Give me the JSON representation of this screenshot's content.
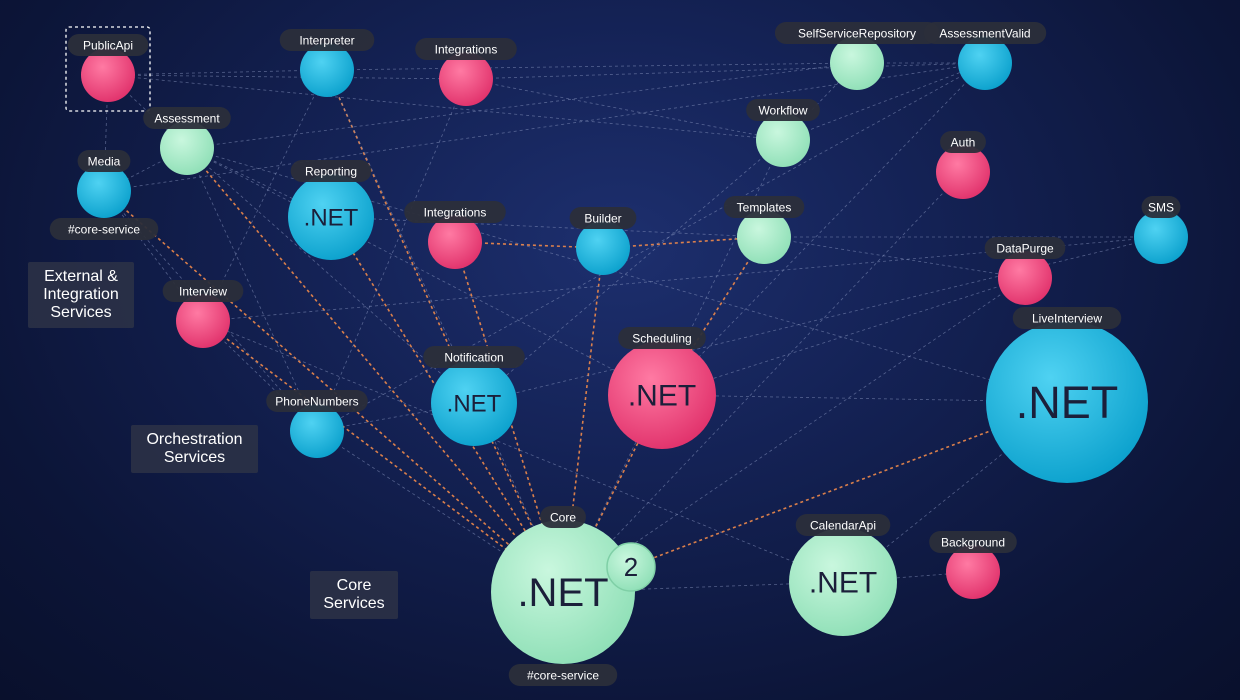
{
  "colors": {
    "pink": "#f0457a",
    "blue": "#1ab4dc",
    "green": "#a3ecc6",
    "edge_dashed": "#8a97c0",
    "edge_highlight": "#f08a4b",
    "pill_bg": "#2b2e3a",
    "text": "#ffffff",
    "net_text": "#1b1f3a"
  },
  "groups": [
    {
      "id": "external",
      "label": "External &\nIntegration\nServices"
    },
    {
      "id": "orchestration",
      "label": "Orchestration\nServices"
    },
    {
      "id": "core",
      "label": "Core\nServices"
    }
  ],
  "nodes": [
    {
      "id": "publicapi",
      "label": "PublicApi",
      "color": "pink",
      "selected": true
    },
    {
      "id": "interpreter",
      "label": "Interpreter",
      "color": "blue"
    },
    {
      "id": "integrations1",
      "label": "Integrations",
      "color": "pink"
    },
    {
      "id": "selfservice",
      "label": "SelfServiceRepository",
      "color": "green"
    },
    {
      "id": "assessmentvalid",
      "label": "AssessmentValid",
      "color": "blue"
    },
    {
      "id": "assessment",
      "label": "Assessment",
      "color": "green"
    },
    {
      "id": "workflow",
      "label": "Workflow",
      "color": "green"
    },
    {
      "id": "auth",
      "label": "Auth",
      "color": "pink"
    },
    {
      "id": "media",
      "label": "Media",
      "color": "blue",
      "tag": "#core-service"
    },
    {
      "id": "reporting",
      "label": "Reporting",
      "color": "blue",
      "net": ".NET"
    },
    {
      "id": "integrations2",
      "label": "Integrations",
      "color": "pink"
    },
    {
      "id": "builder",
      "label": "Builder",
      "color": "blue"
    },
    {
      "id": "templates",
      "label": "Templates",
      "color": "green"
    },
    {
      "id": "sms",
      "label": "SMS",
      "color": "blue"
    },
    {
      "id": "datapurge",
      "label": "DataPurge",
      "color": "pink"
    },
    {
      "id": "interview",
      "label": "Interview",
      "color": "pink"
    },
    {
      "id": "liveinterview",
      "label": "LiveInterview",
      "color": "blue",
      "net": ".NET"
    },
    {
      "id": "scheduling",
      "label": "Scheduling",
      "color": "pink",
      "net": ".NET"
    },
    {
      "id": "notification",
      "label": "Notification",
      "color": "blue",
      "net": ".NET"
    },
    {
      "id": "phonenumbers",
      "label": "PhoneNumbers",
      "color": "blue"
    },
    {
      "id": "core",
      "label": "Core",
      "color": "green",
      "net": ".NET",
      "badge": "2",
      "tag": "#core-service"
    },
    {
      "id": "calendarapi",
      "label": "CalendarApi",
      "color": "green",
      "net": ".NET"
    },
    {
      "id": "background",
      "label": "Background",
      "color": "pink"
    }
  ],
  "edges": [
    [
      "publicapi",
      "media",
      "dashed"
    ],
    [
      "publicapi",
      "interpreter",
      "dashed"
    ],
    [
      "publicapi",
      "assessment",
      "dashed"
    ],
    [
      "publicapi",
      "workflow",
      "dashed"
    ],
    [
      "publicapi",
      "integrations1",
      "dashed"
    ],
    [
      "interpreter",
      "selfservice",
      "dashed"
    ],
    [
      "interpreter",
      "interview",
      "dashed"
    ],
    [
      "interpreter",
      "notification",
      "highlight"
    ],
    [
      "integrations1",
      "workflow",
      "dashed"
    ],
    [
      "integrations1",
      "assessmentvalid",
      "dashed"
    ],
    [
      "assessment",
      "selfservice",
      "dashed"
    ],
    [
      "assessment",
      "media",
      "dashed"
    ],
    [
      "assessment",
      "core",
      "highlight"
    ],
    [
      "assessment",
      "reporting",
      "dashed"
    ],
    [
      "assessment",
      "notification",
      "dashed"
    ],
    [
      "assessment",
      "scheduling",
      "dashed"
    ],
    [
      "assessment",
      "phonenumbers",
      "dashed"
    ],
    [
      "assessment",
      "liveinterview",
      "dashed"
    ],
    [
      "media",
      "core",
      "highlight"
    ],
    [
      "media",
      "phonenumbers",
      "dashed"
    ],
    [
      "media",
      "interview",
      "dashed"
    ],
    [
      "reporting",
      "core",
      "highlight"
    ],
    [
      "reporting",
      "templates",
      "dashed"
    ],
    [
      "integrations2",
      "builder",
      "highlight"
    ],
    [
      "builder",
      "templates",
      "highlight"
    ],
    [
      "templates",
      "datapurge",
      "dashed"
    ],
    [
      "templates",
      "sms",
      "dashed"
    ],
    [
      "integrations2",
      "core",
      "highlight"
    ],
    [
      "builder",
      "core",
      "highlight"
    ],
    [
      "templates",
      "scheduling",
      "highlight"
    ],
    [
      "workflow",
      "selfservice",
      "dashed"
    ],
    [
      "workflow",
      "assessmentvalid",
      "dashed"
    ],
    [
      "workflow",
      "core",
      "dashed"
    ],
    [
      "workflow",
      "notification",
      "dashed"
    ],
    [
      "selfservice",
      "assessmentvalid",
      "dashed"
    ],
    [
      "assessmentvalid",
      "phonenumbers",
      "dashed"
    ],
    [
      "assessmentvalid",
      "scheduling",
      "dashed"
    ],
    [
      "auth",
      "core",
      "dashed"
    ],
    [
      "sms",
      "interview",
      "dashed"
    ],
    [
      "sms",
      "notification",
      "dashed"
    ],
    [
      "datapurge",
      "core",
      "dashed"
    ],
    [
      "datapurge",
      "scheduling",
      "dashed"
    ],
    [
      "interview",
      "core",
      "highlight"
    ],
    [
      "interview",
      "phonenumbers",
      "dashed"
    ],
    [
      "interview",
      "calendarapi",
      "dashed"
    ],
    [
      "phonenumbers",
      "notification",
      "dashed"
    ],
    [
      "phonenumbers",
      "core",
      "dashed"
    ],
    [
      "notification",
      "core",
      "highlight"
    ],
    [
      "scheduling",
      "core",
      "highlight"
    ],
    [
      "scheduling",
      "liveinterview",
      "dashed"
    ],
    [
      "liveinterview",
      "core",
      "highlight"
    ],
    [
      "liveinterview",
      "calendarapi",
      "dashed"
    ],
    [
      "calendarapi",
      "background",
      "dashed"
    ],
    [
      "calendarapi",
      "core",
      "dashed"
    ],
    [
      "integrations1",
      "phonenumbers",
      "dashed"
    ],
    [
      "media",
      "assessmentvalid",
      "dashed"
    ],
    [
      "interpreter",
      "core",
      "dashed"
    ]
  ]
}
